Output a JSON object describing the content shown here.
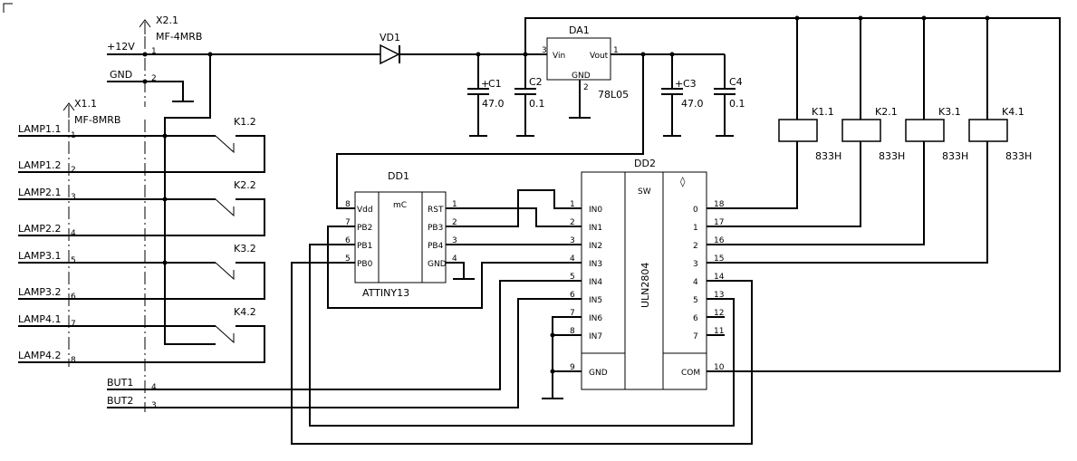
{
  "power": {
    "x21_ref": "X2.1",
    "x21_type": "MF-4MRB",
    "plus12v": "+12V",
    "gnd": "GND",
    "pin1": "1",
    "pin2": "2"
  },
  "vd1": "VD1",
  "regulator": {
    "ref": "DA1",
    "part": "78L05",
    "vin": "Vin",
    "vout": "Vout",
    "gnd": "GND",
    "pin_in": "3",
    "pin_out": "1",
    "pin_gnd": "2"
  },
  "caps": [
    {
      "ref": "C1",
      "value": "47.0"
    },
    {
      "ref": "C2",
      "value": "0.1"
    },
    {
      "ref": "C3",
      "value": "47.0"
    },
    {
      "ref": "C4",
      "value": "0.1"
    }
  ],
  "plus_sign": "+",
  "x11": {
    "ref": "X1.1",
    "type": "MF-8MRB"
  },
  "lamp_labels": [
    "LAMP1.1",
    "LAMP1.2",
    "LAMP2.1",
    "LAMP2.2",
    "LAMP3.1",
    "LAMP3.2",
    "LAMP4.1",
    "LAMP4.2"
  ],
  "lamp_pins": [
    "1",
    "2",
    "3",
    "4",
    "5",
    "6",
    "7",
    "8"
  ],
  "contacts": [
    "K1.2",
    "K2.2",
    "K3.2",
    "K4.2"
  ],
  "buttons": [
    {
      "label": "BUT1",
      "pin": "4"
    },
    {
      "label": "BUT2",
      "pin": "3"
    }
  ],
  "dd1": {
    "ref": "DD1",
    "part": "ATTINY13",
    "mc": "mC",
    "left": [
      {
        "pin": "8",
        "name": "Vdd"
      },
      {
        "pin": "7",
        "name": "PB2"
      },
      {
        "pin": "6",
        "name": "PB1"
      },
      {
        "pin": "5",
        "name": "PB0"
      }
    ],
    "right": [
      {
        "pin": "1",
        "name": "RST"
      },
      {
        "pin": "2",
        "name": "PB3"
      },
      {
        "pin": "3",
        "name": "PB4"
      },
      {
        "pin": "4",
        "name": "GND"
      }
    ]
  },
  "dd2": {
    "ref": "DD2",
    "part": "ULN2804",
    "sw": "SW",
    "diode": "◊",
    "inputs": [
      {
        "pin": "1",
        "name": "IN0"
      },
      {
        "pin": "2",
        "name": "IN1"
      },
      {
        "pin": "3",
        "name": "IN2"
      },
      {
        "pin": "4",
        "name": "IN3"
      },
      {
        "pin": "5",
        "name": "IN4"
      },
      {
        "pin": "6",
        "name": "IN5"
      },
      {
        "pin": "7",
        "name": "IN6"
      },
      {
        "pin": "8",
        "name": "IN7"
      }
    ],
    "gnd": {
      "pin": "9",
      "name": "GND"
    },
    "outputs": [
      {
        "pin": "18",
        "name": "0"
      },
      {
        "pin": "17",
        "name": "1"
      },
      {
        "pin": "16",
        "name": "2"
      },
      {
        "pin": "15",
        "name": "3"
      },
      {
        "pin": "14",
        "name": "4"
      },
      {
        "pin": "13",
        "name": "5"
      },
      {
        "pin": "12",
        "name": "6"
      },
      {
        "pin": "11",
        "name": "7"
      }
    ],
    "com": {
      "pin": "10",
      "name": "COM"
    }
  },
  "relays": [
    {
      "ref": "K1.1",
      "type": "833H"
    },
    {
      "ref": "K2.1",
      "type": "833H"
    },
    {
      "ref": "K3.1",
      "type": "833H"
    },
    {
      "ref": "K4.1",
      "type": "833H"
    }
  ]
}
